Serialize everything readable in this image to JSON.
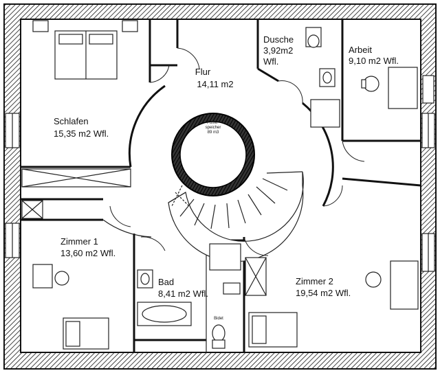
{
  "rooms": {
    "flur": {
      "name": "Flur",
      "area": "14,11 m2"
    },
    "schlafen": {
      "name": "Schlafen",
      "area": "15,35 m2 Wfl."
    },
    "dusche": {
      "name": "Dusche",
      "area": "3,92m2",
      "suffix": "Wfl."
    },
    "arbeit": {
      "name": "Arbeit",
      "area": "9,10 m2 Wfl."
    },
    "zimmer1": {
      "name": "Zimmer 1",
      "area": "13,60 m2 Wfl."
    },
    "bad": {
      "name": "Bad",
      "area": "8,41 m2 Wfl."
    },
    "zimmer2": {
      "name": "Zimmer 2",
      "area": "19,54 m2 Wfl."
    }
  },
  "fixtures": {
    "bidet": "Bidet",
    "puffer_line1": "Puffer-",
    "puffer_line2": "speicher",
    "puffer_line3": "89 m3"
  },
  "colors": {
    "wall": "#111111",
    "hatch": "#555555",
    "background": "#ffffff"
  }
}
